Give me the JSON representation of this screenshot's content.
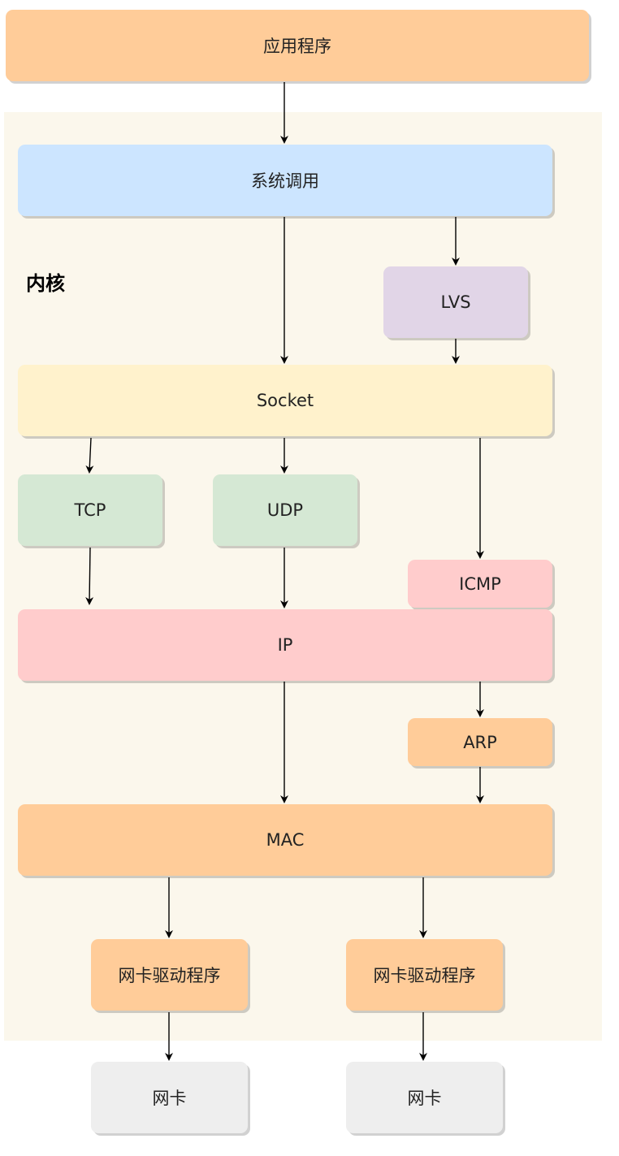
{
  "kernel_label": "内核",
  "boxes": {
    "app": "应用程序",
    "syscall": "系统调用",
    "lvs": "LVS",
    "socket": "Socket",
    "tcp": "TCP",
    "udp": "UDP",
    "icmp": "ICMP",
    "ip": "IP",
    "arp": "ARP",
    "mac": "MAC",
    "driver_left": "网卡驱动程序",
    "driver_right": "网卡驱动程序",
    "nic_left": "网卡",
    "nic_right": "网卡"
  },
  "colors": {
    "orange": "#ffcc99",
    "blue": "#cce5ff",
    "purple": "#e1d5e7",
    "yellow": "#fff2cc",
    "green": "#d5e8d4",
    "pink": "#ffcccc",
    "grey": "#eeeeee",
    "kernel_background": "#fbf7ec"
  }
}
